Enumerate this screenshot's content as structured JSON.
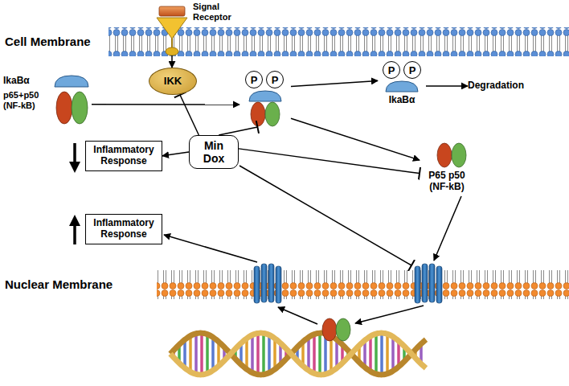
{
  "diagram": {
    "nodes": [
      {
        "text": [
          "IkaBα",
          "p65+p50 (NF-kB)"
        ]
      },
      {
        "text": [
          "IKK"
        ]
      },
      {
        "text": [
          "P",
          "P"
        ]
      },
      {
        "text": [
          "P",
          "P",
          "IkaBα"
        ]
      },
      {
        "text": [
          "Degradation"
        ]
      },
      {
        "text": [
          "P65 p50 (NF-kB)"
        ]
      },
      {
        "text": [
          "Min Dox"
        ]
      },
      {
        "text": [
          "Inflammatory Response"
        ]
      },
      {
        "text": [
          "Inflammatory Response"
        ]
      }
    ],
    "edges": [
      {
        "from": 0,
        "to": 2,
        "arrow": "to"
      },
      {
        "from": 6,
        "to": 1,
        "arrow": "to"
      },
      {
        "from": 6,
        "to": 2,
        "arrow": "to"
      },
      {
        "from": 6,
        "to": 5,
        "arrow": "to"
      },
      {
        "from": 6,
        "to": 7,
        "arrow": "to"
      },
      {
        "from": 2,
        "to": 3,
        "arrow": "to"
      },
      {
        "from": 2,
        "to": 5,
        "arrow": "to"
      },
      {
        "from": 3,
        "to": 4,
        "arrow": "to"
      }
    ],
    "labels": [
      "Cell Membrane",
      "Signal Receptor",
      "Nuclear Membrane"
    ]
  }
}
